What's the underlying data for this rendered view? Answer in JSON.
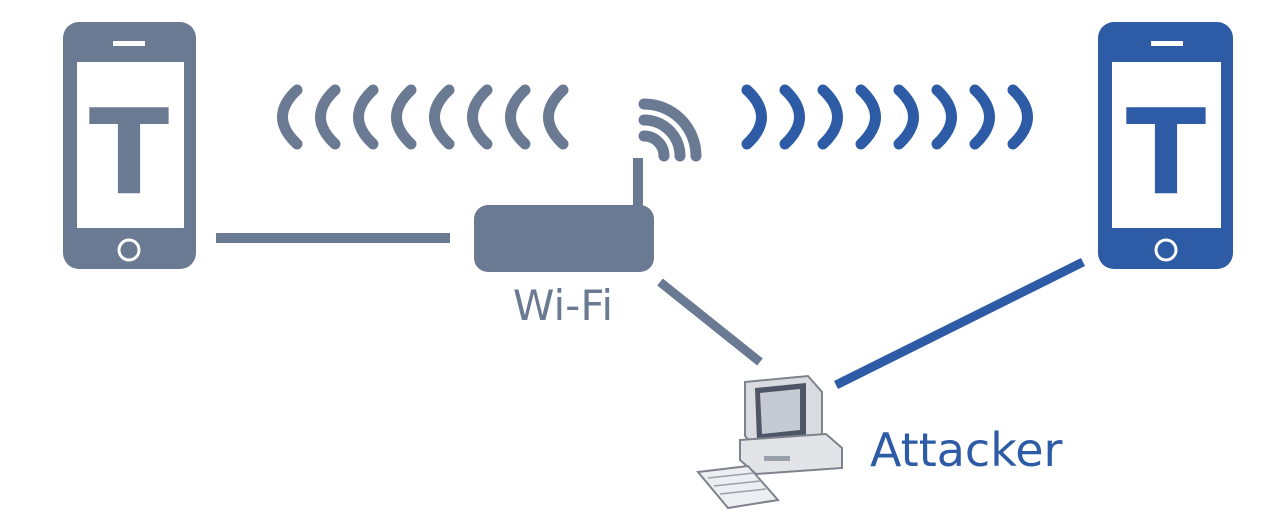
{
  "diagram": {
    "left_phone": {
      "letter": "T",
      "color": "#6b7a93"
    },
    "right_phone": {
      "letter": "T",
      "color": "#2d5ba6"
    },
    "router": {
      "label": "Wi-Fi",
      "color": "#6b7a93"
    },
    "attacker": {
      "label": "Attacker",
      "color": "#2d5ba6"
    },
    "colors": {
      "gray_link": "#6b7a93",
      "blue_link": "#2d5ba6",
      "background": "#ffffff"
    }
  }
}
